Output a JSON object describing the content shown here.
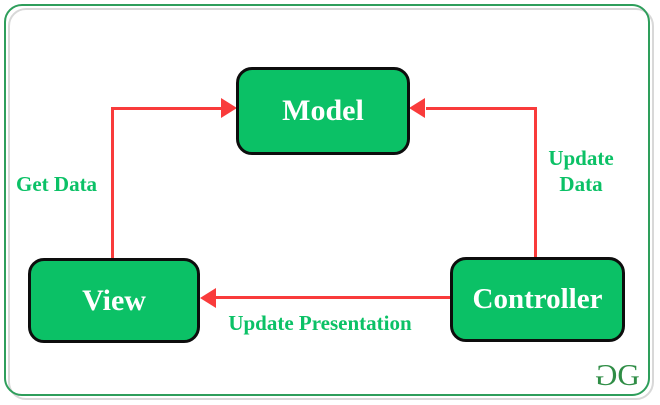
{
  "diagram": {
    "type": "flow-diagram",
    "subject": "Model-View-Controller"
  },
  "colors": {
    "node_fill": "#0bc166",
    "node_text": "#ffffff",
    "node_border": "#0d0d0d",
    "arrow": "#f93b3b",
    "label_text": "#0bc166",
    "frame_border": "#2e9e5b",
    "frame_shadow": "#d8d8d8",
    "logo": "#2f8d46"
  },
  "nodes": {
    "model": {
      "label": "Model"
    },
    "view": {
      "label": "View"
    },
    "controller": {
      "label": "Controller"
    }
  },
  "edges": {
    "view_to_model": {
      "from": "View",
      "to": "Model",
      "label": "Get Data"
    },
    "controller_to_model": {
      "from": "Controller",
      "to": "Model",
      "label": "Update Data"
    },
    "controller_to_view": {
      "from": "Controller",
      "to": "View",
      "label": "Update Presentation"
    }
  },
  "logo": {
    "g1": "G",
    "g2": "G"
  }
}
